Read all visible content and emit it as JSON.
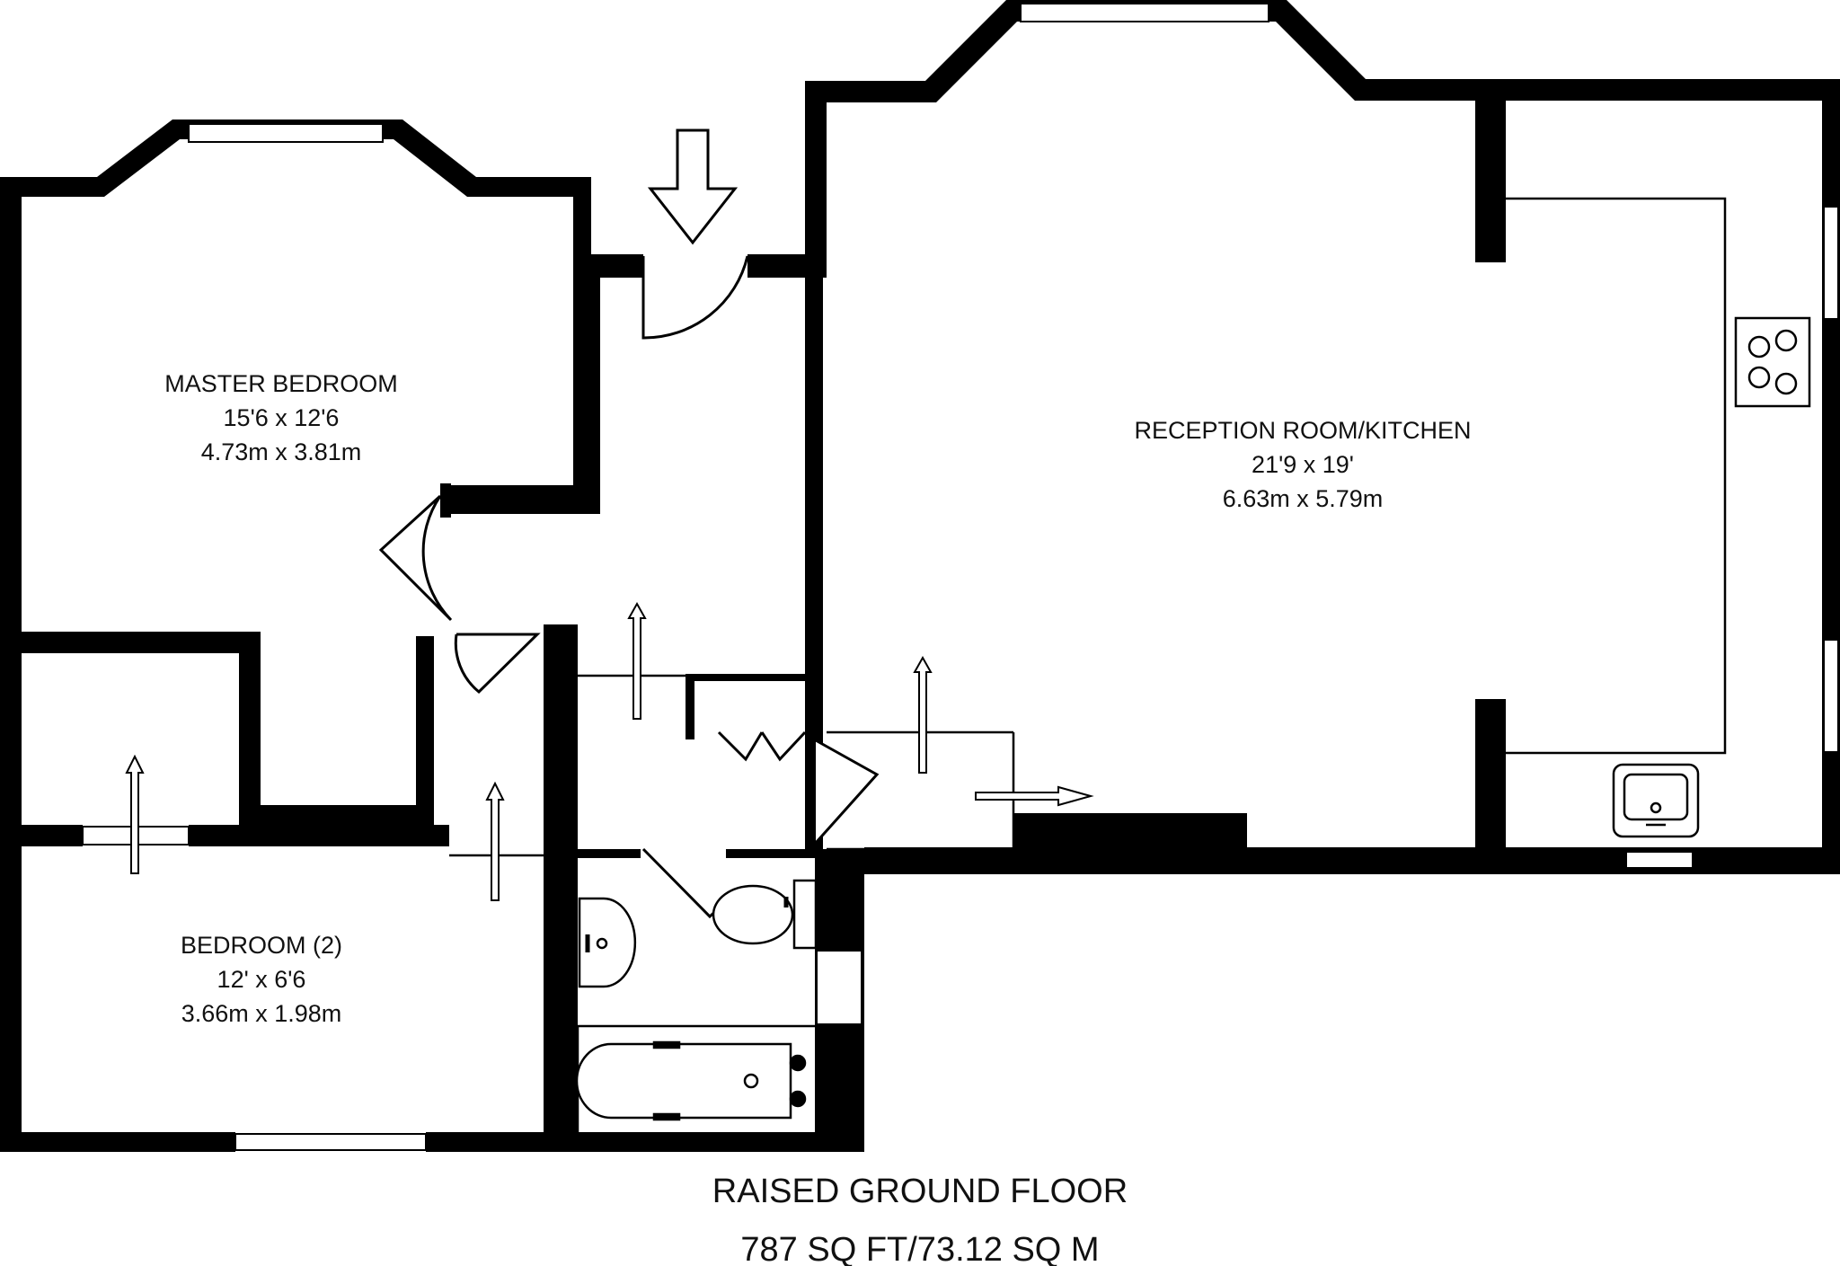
{
  "rooms": {
    "master_bedroom": {
      "name": "MASTER BEDROOM",
      "size_imperial": "15'6 x 12'6",
      "size_metric": "4.73m x 3.81m"
    },
    "reception_kitchen": {
      "name": "RECEPTION ROOM/KITCHEN",
      "size_imperial": "21'9 x 19'",
      "size_metric": "6.63m x 5.79m"
    },
    "bedroom_2": {
      "name": "BEDROOM (2)",
      "size_imperial": "12' x 6'6",
      "size_metric": "3.66m x 1.98m"
    }
  },
  "footer": {
    "floor_name": "RAISED GROUND FLOOR",
    "area": "787 SQ FT/73.12 SQ M"
  },
  "colors": {
    "wall": "#000000",
    "background": "#ffffff"
  }
}
